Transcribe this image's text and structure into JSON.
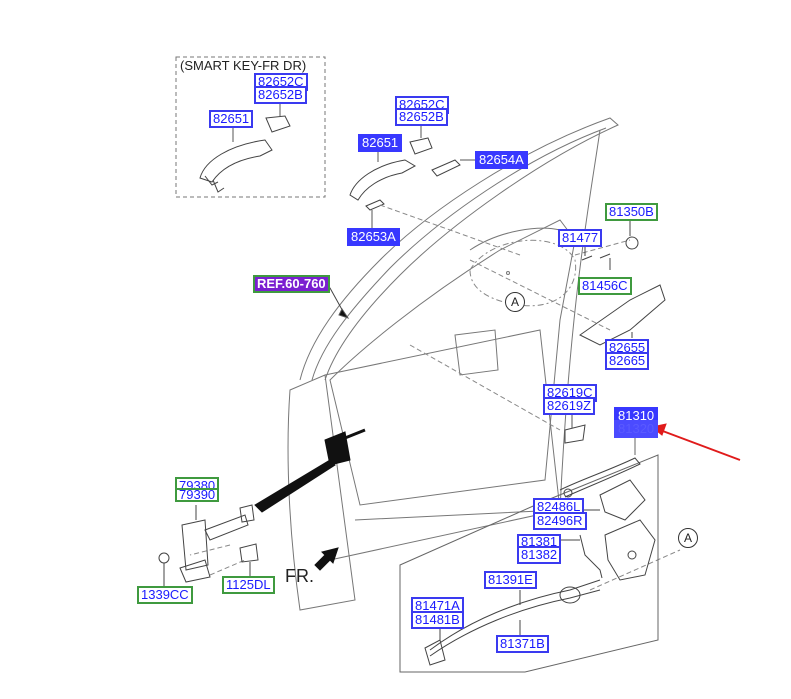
{
  "diagram": {
    "inset_title": "(SMART KEY-FR DR)",
    "front_label": "FR.",
    "detail_marker": "A",
    "ref_label": "REF.60-760",
    "labels": {
      "smart_82652C": "82652C",
      "smart_82652B": "82652B",
      "smart_82651": "82651",
      "std_82652C": "82652C",
      "std_82652B": "82652B",
      "std_82651": "82651",
      "p82654A": "82654A",
      "p82653A": "82653A",
      "p81350B": "81350B",
      "p81477": "81477",
      "p81456C": "81456C",
      "p82655": "82655",
      "p82665": "82665",
      "p82619C": "82619C",
      "p82619Z": "82619Z",
      "p81310": "81310",
      "p81320": "81320",
      "p79380": "79380",
      "p79390": "79390",
      "p1339CC": "1339CC",
      "p1125DL": "1125DL",
      "p82486L": "82486L",
      "p82496R": "82496R",
      "p81381": "81381",
      "p81382": "81382",
      "p81391E": "81391E",
      "p81471A": "81471A",
      "p81481B": "81481B",
      "p81371B": "81371B"
    },
    "colors": {
      "label_blue": "#3a3af0",
      "label_green": "#3f9a3f",
      "highlight": "#2c2cff",
      "ref_purple": "#7a1fd0",
      "pointer_arrow": "#e01b1b"
    }
  }
}
